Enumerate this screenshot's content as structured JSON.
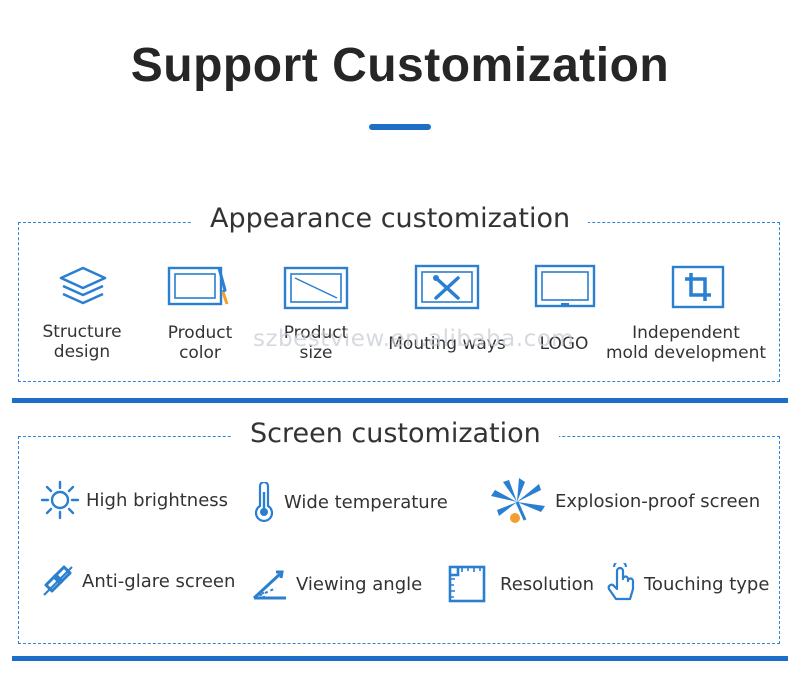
{
  "title": "Support Customization",
  "appearance": {
    "heading": "Appearance customization",
    "items": [
      {
        "line1": "Structure",
        "line2": "design",
        "icon": "layers-icon"
      },
      {
        "line1": "Product",
        "line2": "color",
        "icon": "monitor-paint-icon"
      },
      {
        "line1": "Product",
        "line2": "size",
        "icon": "monitor-diagonal-icon"
      },
      {
        "line1": "Mouting ways",
        "line2": "",
        "icon": "monitor-tools-icon"
      },
      {
        "line1": "LOGO",
        "line2": "",
        "icon": "monitor-logo-icon"
      },
      {
        "line1": "Independent",
        "line2": "mold development",
        "icon": "crop-icon"
      }
    ]
  },
  "screen": {
    "heading": "Screen customization",
    "items": [
      {
        "label": "High brightness",
        "icon": "sun-icon"
      },
      {
        "label": "Wide temperature",
        "icon": "thermometer-icon"
      },
      {
        "label": "Explosion-proof screen",
        "icon": "shatter-icon"
      },
      {
        "label": "Anti-glare screen",
        "icon": "anti-glare-icon"
      },
      {
        "label": "Viewing angle",
        "icon": "viewing-angle-icon"
      },
      {
        "label": "Resolution",
        "icon": "resolution-icon"
      },
      {
        "label": "Touching type",
        "icon": "touch-hand-icon"
      }
    ]
  },
  "watermark": "szbestview.en.alibaba.com",
  "colors": {
    "accent": "#1d6fc4",
    "icon": "#2a7fd0",
    "text": "#333333"
  }
}
